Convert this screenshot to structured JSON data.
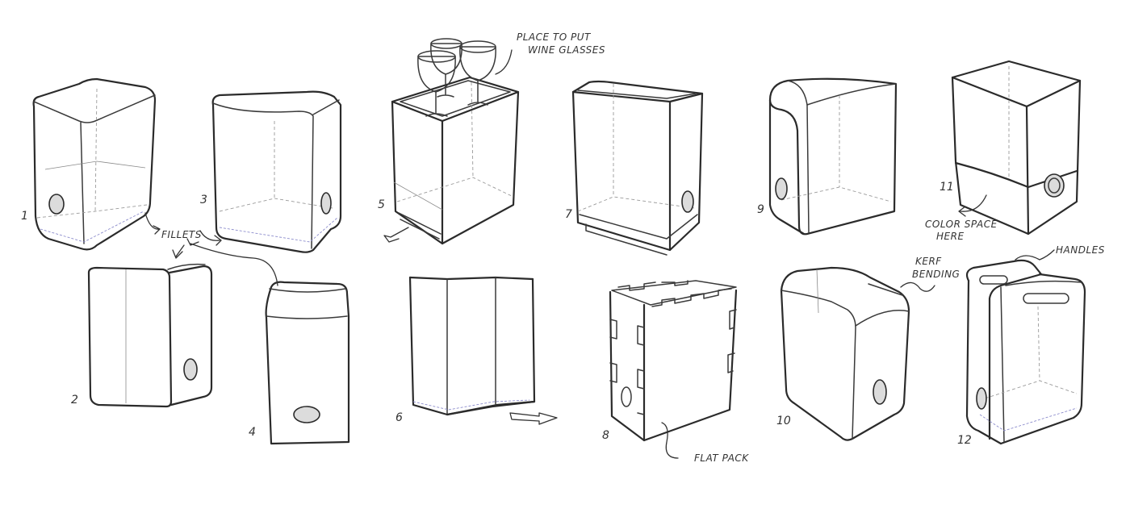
{
  "sketch_numbers": [
    "1",
    "2",
    "3",
    "4",
    "5",
    "6",
    "7",
    "8",
    "9",
    "10",
    "11",
    "12"
  ],
  "annotations": {
    "fillets": "FILLETS",
    "wine_glasses_line1": "PLACE TO PUT",
    "wine_glasses_line2": "WINE GLASSES",
    "kerf_line1": "KERF",
    "kerf_line2": "BENDING",
    "color_space_line1": "COLOR SPACE",
    "color_space_line2": "HERE",
    "handles": "HANDLES",
    "flat_pack": "FLAT PACK"
  }
}
